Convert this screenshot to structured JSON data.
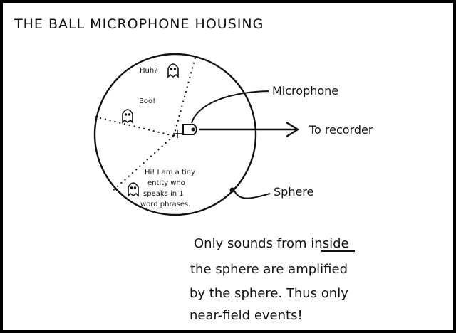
{
  "title": "THE BALL MICROPHONE HOUSING",
  "labels": {
    "microphone": "Microphone",
    "recorder": "To recorder",
    "sphere": "Sphere"
  },
  "entities": {
    "huh": "Huh?",
    "boo": "Boo!",
    "hi_lines": [
      "Hi! I am a tiny",
      "entity who",
      "speaks in 1",
      "word phrases."
    ]
  },
  "caption_lines": [
    "Only sounds from inside",
    "the sphere are amplified",
    "by the sphere. Thus only",
    "near-field events!"
  ],
  "colors": {
    "ink": "#111111",
    "background": "#ffffff",
    "frame": "#000000"
  }
}
